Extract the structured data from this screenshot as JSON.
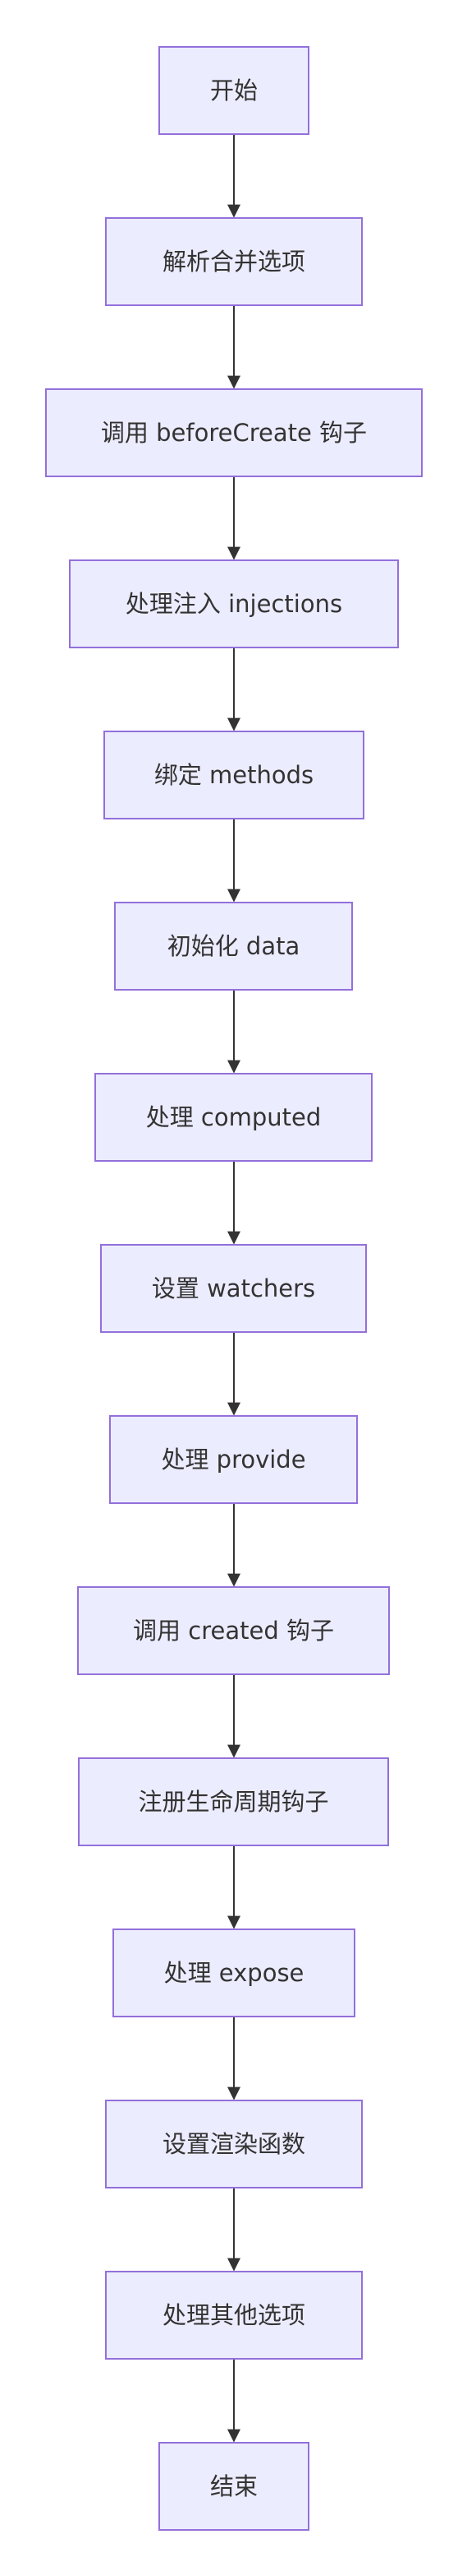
{
  "flowchart": {
    "nodes": [
      {
        "id": "start",
        "label": "开始"
      },
      {
        "id": "parse-options",
        "label": "解析合并选项"
      },
      {
        "id": "before-create",
        "label": "调用 beforeCreate 钩子"
      },
      {
        "id": "injections",
        "label": "处理注入 injections"
      },
      {
        "id": "methods",
        "label": "绑定 methods"
      },
      {
        "id": "init-data",
        "label": "初始化 data"
      },
      {
        "id": "computed",
        "label": "处理 computed"
      },
      {
        "id": "watchers",
        "label": "设置 watchers"
      },
      {
        "id": "provide",
        "label": "处理 provide"
      },
      {
        "id": "created",
        "label": "调用 created 钩子"
      },
      {
        "id": "lifecycle-hooks",
        "label": "注册生命周期钩子"
      },
      {
        "id": "expose",
        "label": "处理 expose"
      },
      {
        "id": "render-fn",
        "label": "设置渲染函数"
      },
      {
        "id": "other-options",
        "label": "处理其他选项"
      },
      {
        "id": "end",
        "label": "结束"
      }
    ]
  },
  "colors": {
    "node_fill": "#ececff",
    "node_border": "#9370db",
    "text": "#333333",
    "edge": "#333333"
  }
}
